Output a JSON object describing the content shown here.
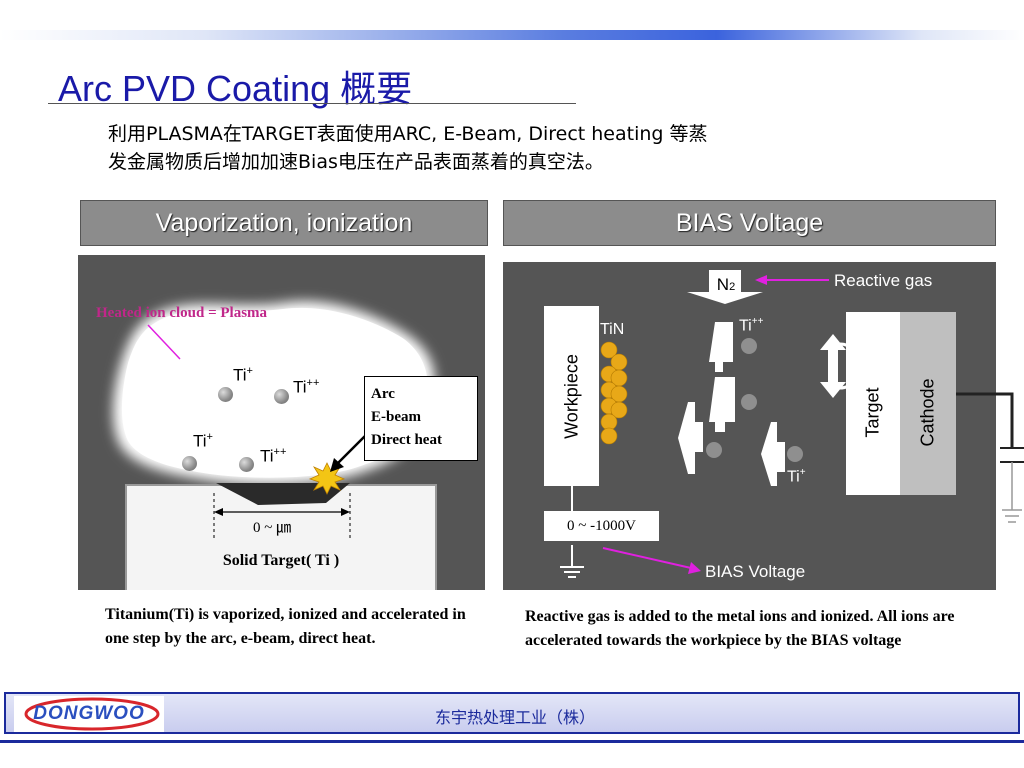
{
  "title": "Arc PVD Coating 概要",
  "description": {
    "line1": "利用PLASMA在TARGET表面使用ARC,  E-Beam,  Direct heating 等蒸",
    "line2": "发金属物质后增加加速Bias电压在产品表面蒸着的真空法。"
  },
  "left_panel": {
    "header": "Vaporization, ionization",
    "plasma_label": "Heated ion cloud = Plasma",
    "ions": [
      {
        "base": "Ti",
        "charge": "+"
      },
      {
        "base": "Ti",
        "charge": "++"
      },
      {
        "base": "Ti",
        "charge": "+"
      },
      {
        "base": "Ti",
        "charge": "++"
      }
    ],
    "arc_box": {
      "line1": "Arc",
      "line2": "E-beam",
      "line3": "Direct heat"
    },
    "thickness_label": "0 ~ ㎛",
    "target_label": "Solid Target( Ti )",
    "caption": "Titanium(Ti) is vaporized, ionized and accelerated in one step by the arc, e-beam, direct heat."
  },
  "right_panel": {
    "header": "BIAS Voltage",
    "gas_formula": "N",
    "gas_subscript": "2",
    "reactive_gas_label": "Reactive gas",
    "coating_label": "TiN",
    "workpiece_label": "Workpiece",
    "target_label": "Target",
    "cathode_label": "Cathode",
    "ion_top": {
      "base": "Ti",
      "charge": "++"
    },
    "ion_bottom": {
      "base": "Ti",
      "charge": "+"
    },
    "voltage_label": "0 ~ -1000V",
    "bias_label": "BIAS Voltage",
    "caption": "Reactive gas is added to the metal ions and ionized. All ions are accelerated towards the workpiece by the BIAS voltage"
  },
  "footer": {
    "logo_text": "DONGWOO",
    "company": "东宇热处理工业（株）"
  },
  "colors": {
    "title": "#1a1aa8",
    "header_bg": "#8c8c8c",
    "panel_bg": "#555555",
    "plasma_label": "#c0278a",
    "arrow_magenta": "#e020e0",
    "tin_ball": "#e8a818",
    "footer_blue": "#1b2a9c",
    "logo_red": "#d8262b",
    "logo_blue": "#2a4fbf"
  }
}
